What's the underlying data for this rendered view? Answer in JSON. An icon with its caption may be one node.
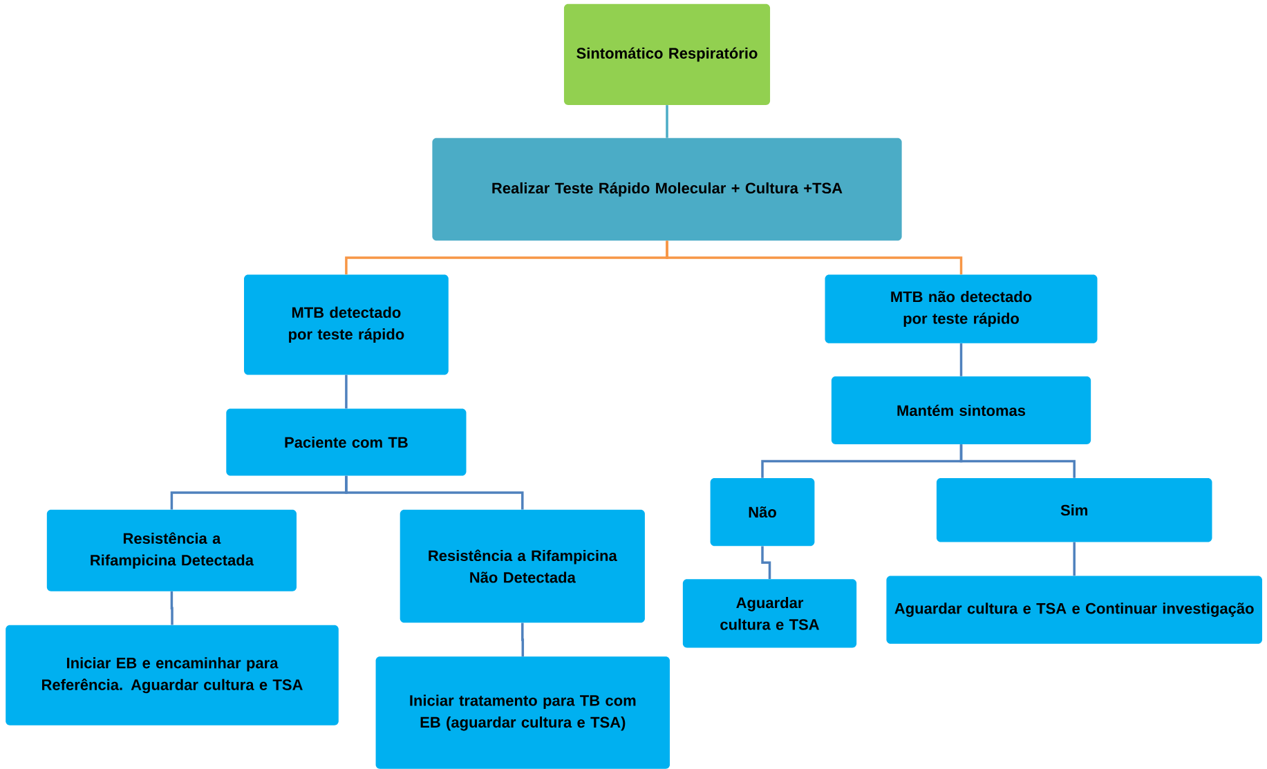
{
  "diagram": {
    "nodes": [
      {
        "text": [
          "Sintomático Respiratório"
        ]
      },
      {
        "text": [
          "Realizar Teste Rápido Molecular + Cultura +TSA"
        ]
      },
      {
        "text": [
          "MTB detectado por teste rápido"
        ]
      },
      {
        "text": [
          "MTB não detectado por teste rápido"
        ]
      },
      {
        "text": [
          "Paciente com TB"
        ]
      },
      {
        "text": [
          "Mantém sintomas"
        ]
      },
      {
        "text": [
          "Resistência a Rifampicina Detectada"
        ]
      },
      {
        "text": [
          "Resistência a Rifampicina Não Detectada"
        ]
      },
      {
        "text": [
          "Não"
        ]
      },
      {
        "text": [
          "Sim"
        ]
      },
      {
        "text": [
          "Iniciar EB e encaminhar para Referência. Aguardar cultura e TSA"
        ]
      },
      {
        "text": [
          "Iniciar tratamento para TB com EB (aguardar cultura e TSA)"
        ]
      },
      {
        "text": [
          "Aguardar cultura e TSA"
        ]
      },
      {
        "text": [
          "Aguardar cultura e TSA e Continuar investigação"
        ]
      }
    ],
    "edges": [
      {
        "from": 0,
        "to": 1,
        "arrow": "none",
        "color": "#4bacc6"
      },
      {
        "from": 1,
        "to": 2,
        "arrow": "none",
        "color": "#f79646"
      },
      {
        "from": 1,
        "to": 3,
        "arrow": "none",
        "color": "#f79646"
      },
      {
        "from": 2,
        "to": 4,
        "arrow": "none"
      },
      {
        "from": 3,
        "to": 5,
        "arrow": "none"
      },
      {
        "from": 4,
        "to": 6,
        "arrow": "none"
      },
      {
        "from": 4,
        "to": 7,
        "arrow": "none"
      },
      {
        "from": 5,
        "to": 8,
        "arrow": "none"
      },
      {
        "from": 5,
        "to": 9,
        "arrow": "none"
      },
      {
        "from": 6,
        "to": 10,
        "arrow": "none"
      },
      {
        "from": 7,
        "to": 11,
        "arrow": "none"
      },
      {
        "from": 8,
        "to": 12,
        "arrow": "none"
      },
      {
        "from": 9,
        "to": 13,
        "arrow": "none"
      }
    ]
  }
}
